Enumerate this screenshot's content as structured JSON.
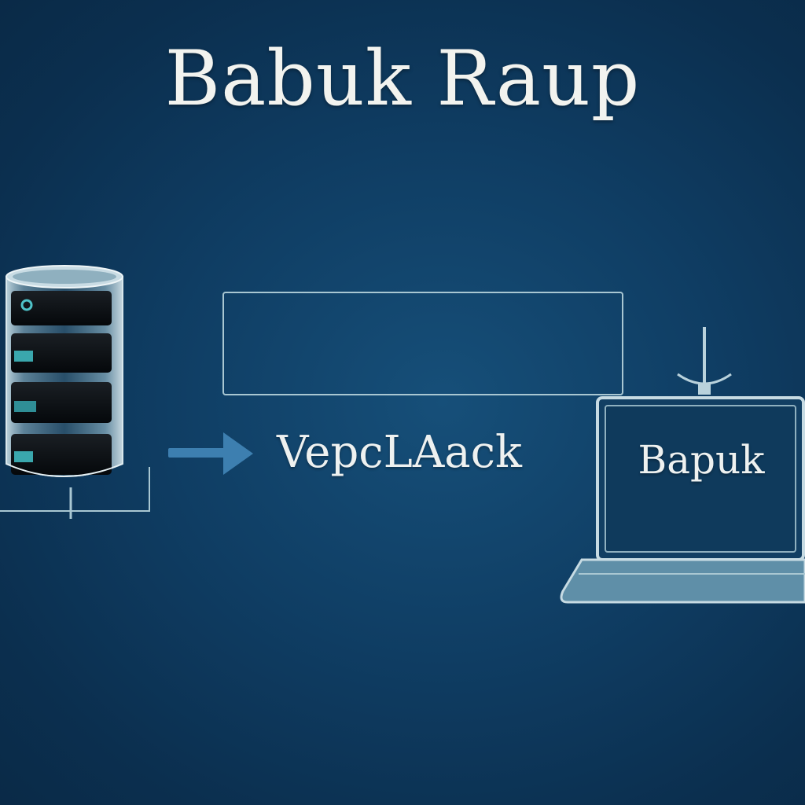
{
  "title": "Babuk Raup",
  "middle_label": "VepcLAack",
  "laptop_label": "Bapuk",
  "colors": {
    "background": "#0f3d63",
    "line": "#a9c7d2",
    "arrow": "#3d7fb0",
    "text": "#f2f3ef"
  },
  "icons": [
    "database-server-icon",
    "right-arrow-icon",
    "laptop-icon",
    "download-arrow-icon"
  ]
}
